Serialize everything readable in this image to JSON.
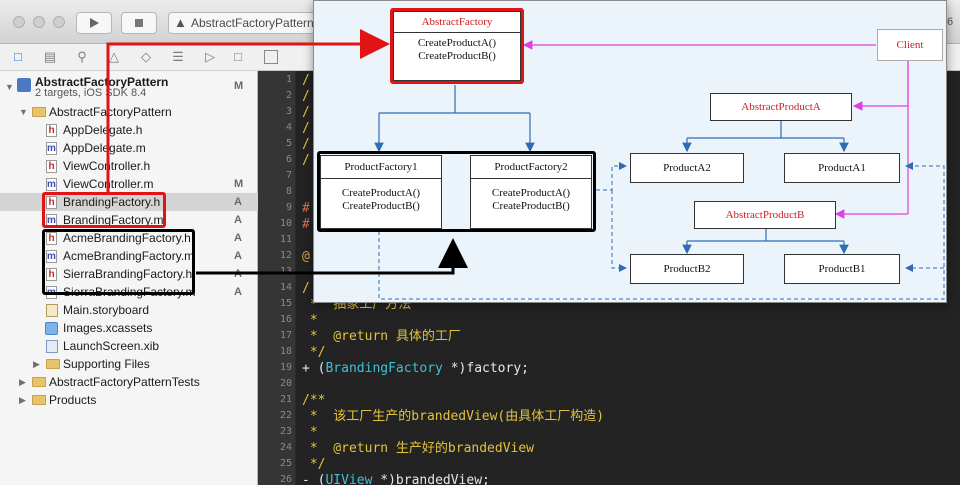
{
  "toolbar": {
    "scheme_text": "AbstractFactoryPattern",
    "right_digit": "6"
  },
  "navigator": {
    "project": {
      "name": "AbstractFactoryPattern",
      "subtitle": "2 targets, iOS SDK 8.4",
      "badge": "M"
    },
    "group_name": "AbstractFactoryPattern",
    "files": [
      {
        "name": "AppDelegate.h",
        "type": "h",
        "badge": ""
      },
      {
        "name": "AppDelegate.m",
        "type": "m",
        "badge": ""
      },
      {
        "name": "ViewController.h",
        "type": "h",
        "badge": ""
      },
      {
        "name": "ViewController.m",
        "type": "m",
        "badge": "M"
      },
      {
        "name": "BrandingFactory.h",
        "type": "h",
        "badge": "A"
      },
      {
        "name": "BrandingFactory.m",
        "type": "m",
        "badge": "A"
      },
      {
        "name": "AcmeBrandingFactory.h",
        "type": "h",
        "badge": "A"
      },
      {
        "name": "AcmeBrandingFactory.m",
        "type": "m",
        "badge": "A"
      },
      {
        "name": "SierraBrandingFactory.h",
        "type": "h",
        "badge": "A"
      },
      {
        "name": "SierraBrandingFactory.m",
        "type": "m",
        "badge": "A"
      },
      {
        "name": "Main.storyboard",
        "type": "storyboard",
        "badge": ""
      },
      {
        "name": "Images.xcassets",
        "type": "xcassets",
        "badge": ""
      },
      {
        "name": "LaunchScreen.xib",
        "type": "xib",
        "badge": ""
      }
    ],
    "supporting_files": "Supporting Files",
    "tests_group": "AbstractFactoryPatternTests",
    "products_group": "Products"
  },
  "editor": {
    "line_numbers": [
      "1",
      "2",
      "3",
      "4",
      "5",
      "6",
      "7",
      "8",
      "9",
      "10",
      "11",
      "12",
      "13",
      "14",
      "15",
      "16",
      "17",
      "18",
      "19",
      "20",
      "21",
      "22",
      "23",
      "24",
      "25",
      "26"
    ],
    "line_comment_mark": "/",
    "hash_mark": "#",
    "at_mark": "@",
    "code": {
      "l15": " *  抽象工厂方法",
      "l16": " *",
      "l17": " *  @return 具体的工厂",
      "l18": " */",
      "l19_prefix": "+ (",
      "l19_type": "BrandingFactory",
      "l19_suffix": " *)factory;",
      "l21": "/**",
      "l22": " *  该工厂生产的brandedView(由具体工厂构造)",
      "l23": " *",
      "l24": " *  @return 生产好的brandedView",
      "l25": " */",
      "l26_prefix": "- (",
      "l26_type": "UIView",
      "l26_suffix": " *)brandedView;"
    }
  },
  "uml": {
    "abstract_factory": {
      "title": "AbstractFactory",
      "ops": [
        "CreateProductA()",
        "CreateProductB()"
      ]
    },
    "client": "Client",
    "factory1": {
      "title": "ProductFactory1",
      "ops": [
        "CreateProductA()",
        "CreateProductB()"
      ]
    },
    "factory2": {
      "title": "ProductFactory2",
      "ops": [
        "CreateProductA()",
        "CreateProductB()"
      ]
    },
    "abstract_product_a": "AbstractProductA",
    "product_a1": "ProductA1",
    "product_a2": "ProductA2",
    "abstract_product_b": "AbstractProductB",
    "product_b1": "ProductB1",
    "product_b2": "ProductB2"
  },
  "colors": {
    "highlight_red": "#e01414",
    "highlight_black": "#000000",
    "arrow_blue": "#2e6db6",
    "arrow_magenta": "#e040e0"
  }
}
